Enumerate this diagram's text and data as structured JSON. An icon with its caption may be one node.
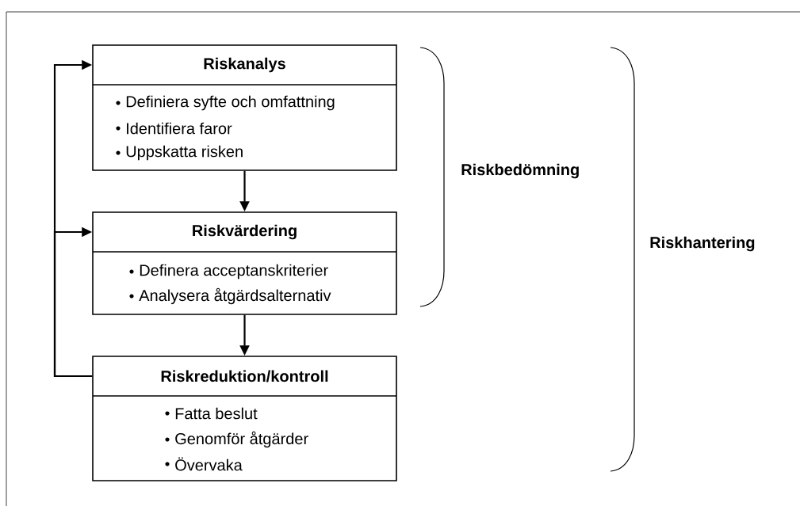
{
  "diagram": {
    "nodes": [
      {
        "text": [
          "Riskanalys",
          "Definiera syfte och omfattning",
          "Identifiera faror",
          "Uppskatta risken"
        ]
      },
      {
        "text": [
          "Riskvärdering",
          "Definera acceptanskriterier",
          "Analysera åtgärdsalternativ"
        ]
      },
      {
        "text": [
          "Riskreduktion/kontroll",
          "Fatta beslut",
          "Genomför åtgärder",
          "Övervaka"
        ]
      }
    ],
    "edges": [
      {
        "from": 0,
        "to": 1,
        "arrow": "to"
      },
      {
        "from": 1,
        "to": 2,
        "arrow": "to"
      },
      {
        "from": 2,
        "to": 0,
        "arrow": "to"
      },
      {
        "from": 2,
        "to": 1,
        "arrow": "to"
      }
    ],
    "labels": [
      "Riskbedömning",
      "Riskhantering"
    ]
  }
}
